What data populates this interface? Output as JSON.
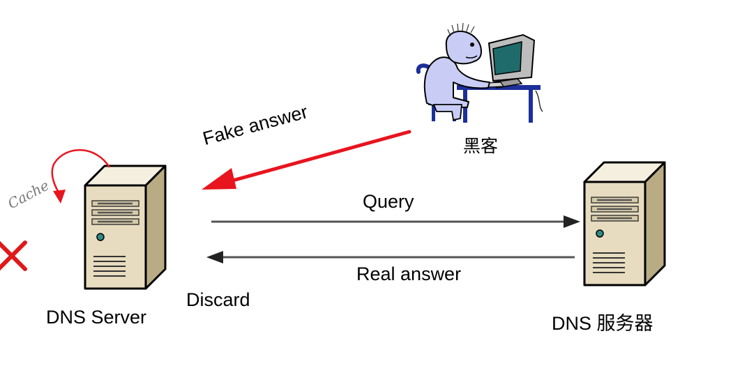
{
  "labels": {
    "query": "Query",
    "real_answer": "Real answer",
    "fake_answer": "Fake answer",
    "discard": "Discard",
    "cache": "Cache",
    "hacker": "黑客",
    "left_server": "DNS Server",
    "right_server": "DNS 服务器"
  },
  "colors": {
    "fake_arrow": "#e8141e",
    "cache_arrow": "#e8141e",
    "reject_mark": "#e01818",
    "flow_arrow": "#555555",
    "server_face": "#e7dcbf",
    "server_side": "#b9ab84",
    "server_top": "#f4efdf",
    "hacker_skin": "#c9cdf5",
    "furniture": "#1d2f9a",
    "monitor_screen": "#1f6b6b",
    "monitor_body": "#bdbdbd"
  },
  "icons": {
    "left_server": "server-tower-icon",
    "right_server": "server-tower-icon",
    "hacker": "hacker-at-computer-icon",
    "reject": "x-mark-icon"
  }
}
